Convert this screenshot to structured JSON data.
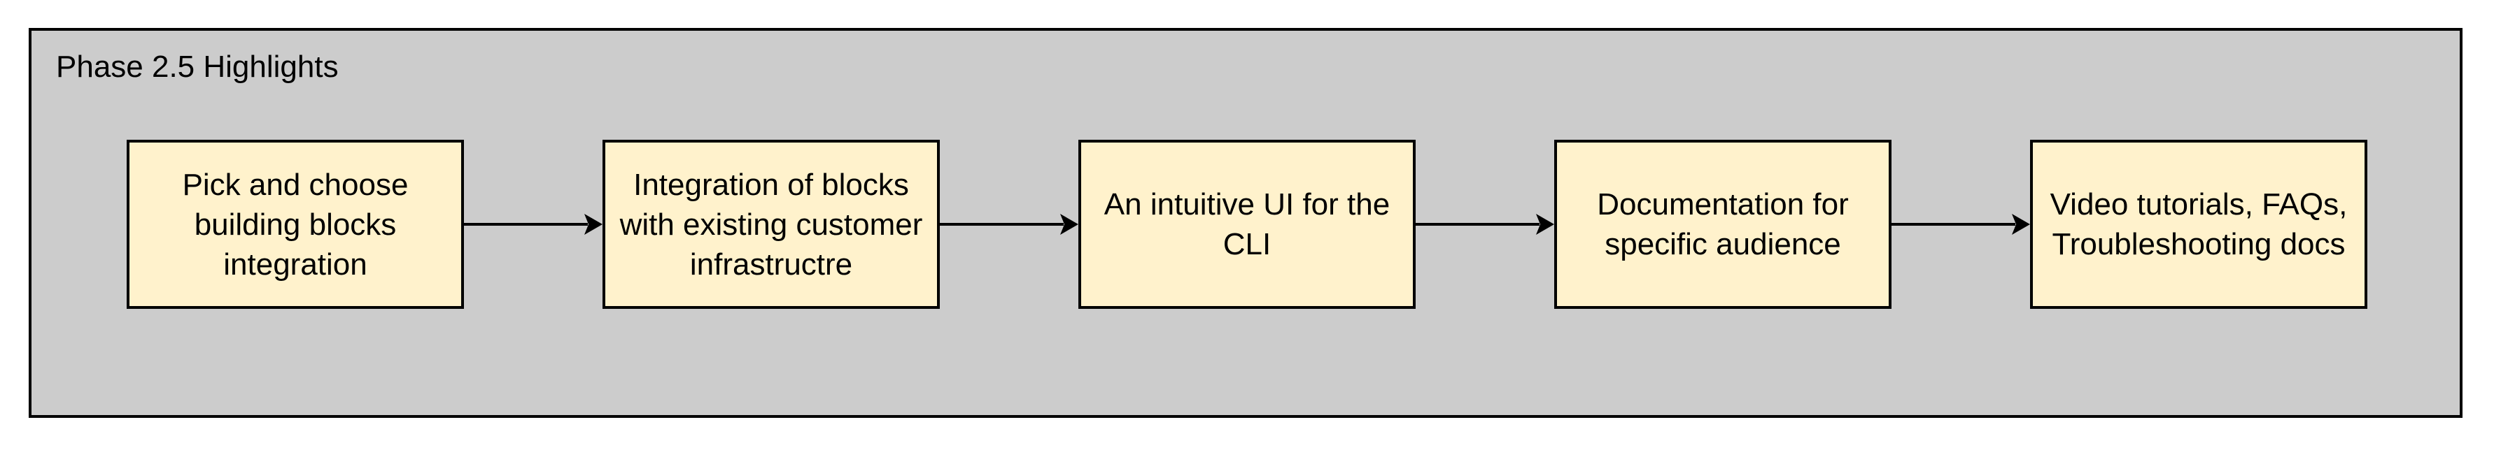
{
  "title": "Phase 2.5 Highlights",
  "nodes": [
    {
      "label": "Pick and choose building blocks integration"
    },
    {
      "label": "Integration of blocks with existing customer infrastructre"
    },
    {
      "label": "An intuitive UI for the CLI"
    },
    {
      "label": "Documentation for specific audience"
    },
    {
      "label": "Video tutorials, FAQs, Troubleshooting docs"
    }
  ],
  "colors": {
    "container_fill": "#cccccc",
    "node_fill": "#fff2cc",
    "stroke": "#000000"
  }
}
